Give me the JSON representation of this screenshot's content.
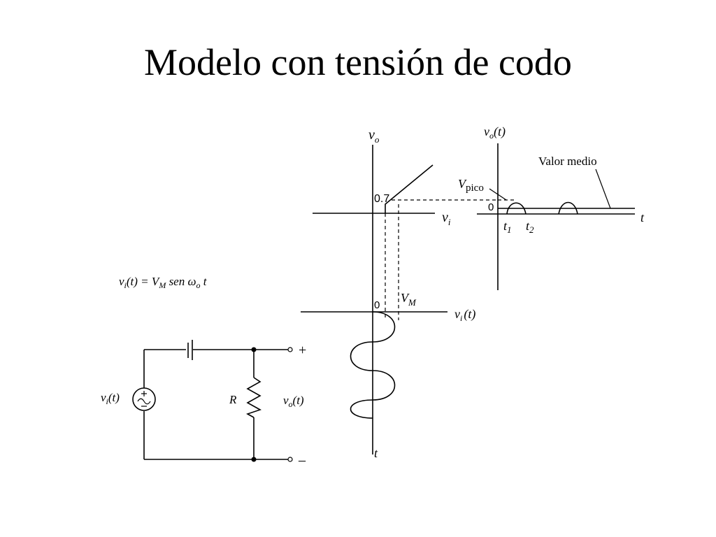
{
  "title": "Modelo con tensión de codo",
  "transfer": {
    "y_axis": "v",
    "y_sub": "o",
    "x_axis": "v",
    "x_sub": "i",
    "knee_label": "0.7"
  },
  "output": {
    "y_axis": "v",
    "y_sub": "o",
    "y_suffix": "(t)",
    "t_label": "t",
    "zero_label": "0",
    "vpico": "V",
    "vpico_sub": "pico",
    "valor_medio": "Valor medio",
    "t1": "t",
    "t1_sub": "1",
    "t2": "t",
    "t2_sub": "2"
  },
  "input": {
    "zero_label": "0",
    "vm": "V",
    "vm_sub": "M",
    "x_axis": "v",
    "x_sub": "i",
    "x_suffix": "(t)",
    "t_label": "t"
  },
  "equation": {
    "lhs": "v",
    "lhs_sub": "i",
    "lhs_suffix": "(t) = ",
    "vm": "V",
    "vm_sub": "M",
    "rest": " sen ω",
    "omega_sub": "o",
    "end": " t"
  },
  "circuit": {
    "source": "v",
    "source_sub": "i",
    "source_suffix": "(t)",
    "resistor": "R",
    "output": "v",
    "output_sub": "o",
    "output_suffix": "(t)",
    "plus": "+",
    "minus": "–"
  }
}
